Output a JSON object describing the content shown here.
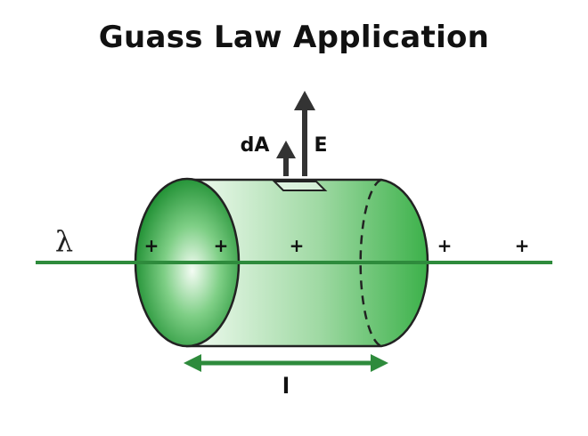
{
  "title": "Guass Law Application",
  "labels": {
    "lambda": "λ",
    "dA": "dA",
    "E": "E",
    "length": "l",
    "plus": "+"
  },
  "colors": {
    "line": "#2e8b3c",
    "cylinder_dark": "#1e8f32",
    "cylinder_light": "#e8f7e8",
    "outline": "#222222",
    "arrow": "#333333"
  }
}
